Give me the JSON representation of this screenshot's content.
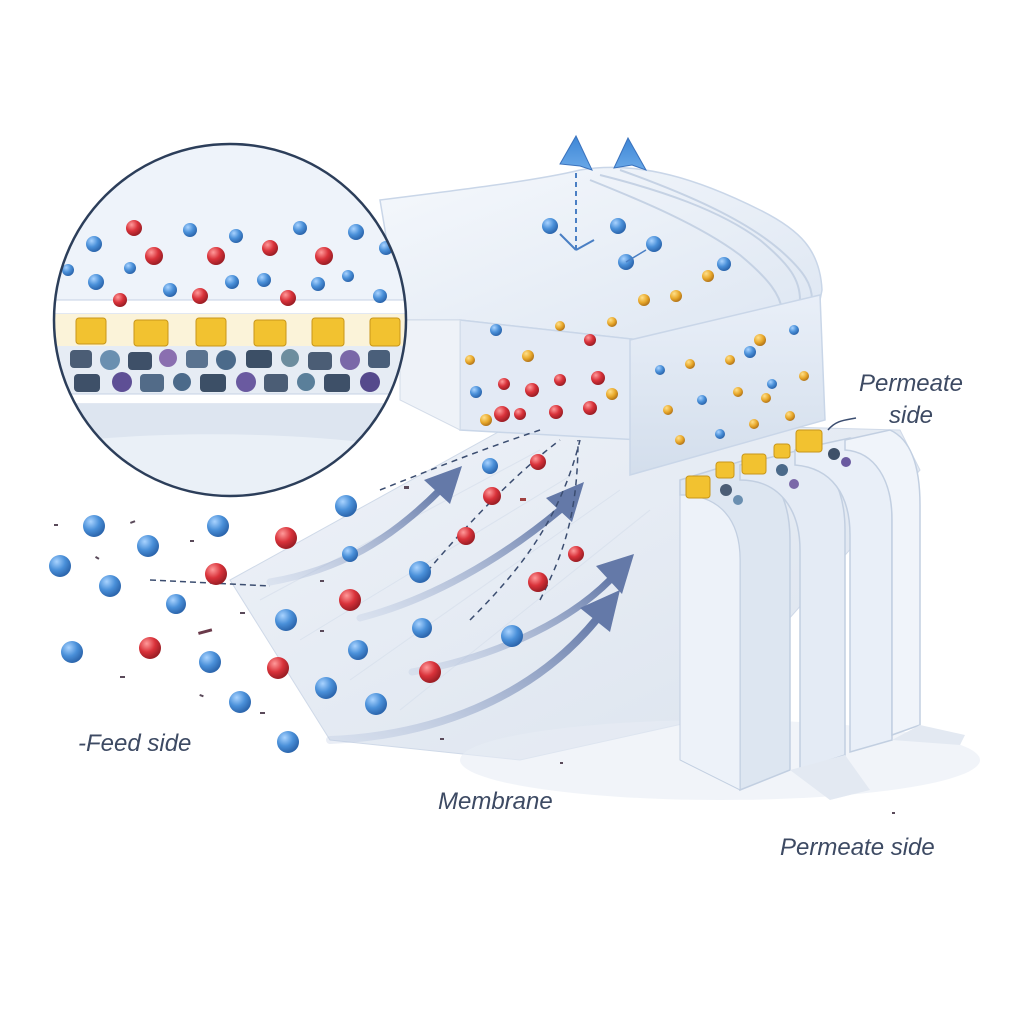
{
  "labels": {
    "feed_side": "-Feed side",
    "membrane": "Membrane",
    "permeate_side_right_line1": "Permeate",
    "permeate_side_right_line2": "side",
    "permeate_side_bottom": "Permeate side"
  },
  "colors": {
    "water_molecule": "#4a90d9",
    "solute_ion": "#d9323a",
    "membrane_body": "#e6edf7",
    "membrane_edge": "#c9d6e8",
    "flow_arrow": "#7186b3",
    "active_layer": "#f2c230",
    "support_particles": "#4b5d75",
    "label_text": "#3d4a63"
  },
  "icons": {
    "flow": "curved-arrow-icon",
    "permeate_exit": "up-arrow-icon"
  }
}
